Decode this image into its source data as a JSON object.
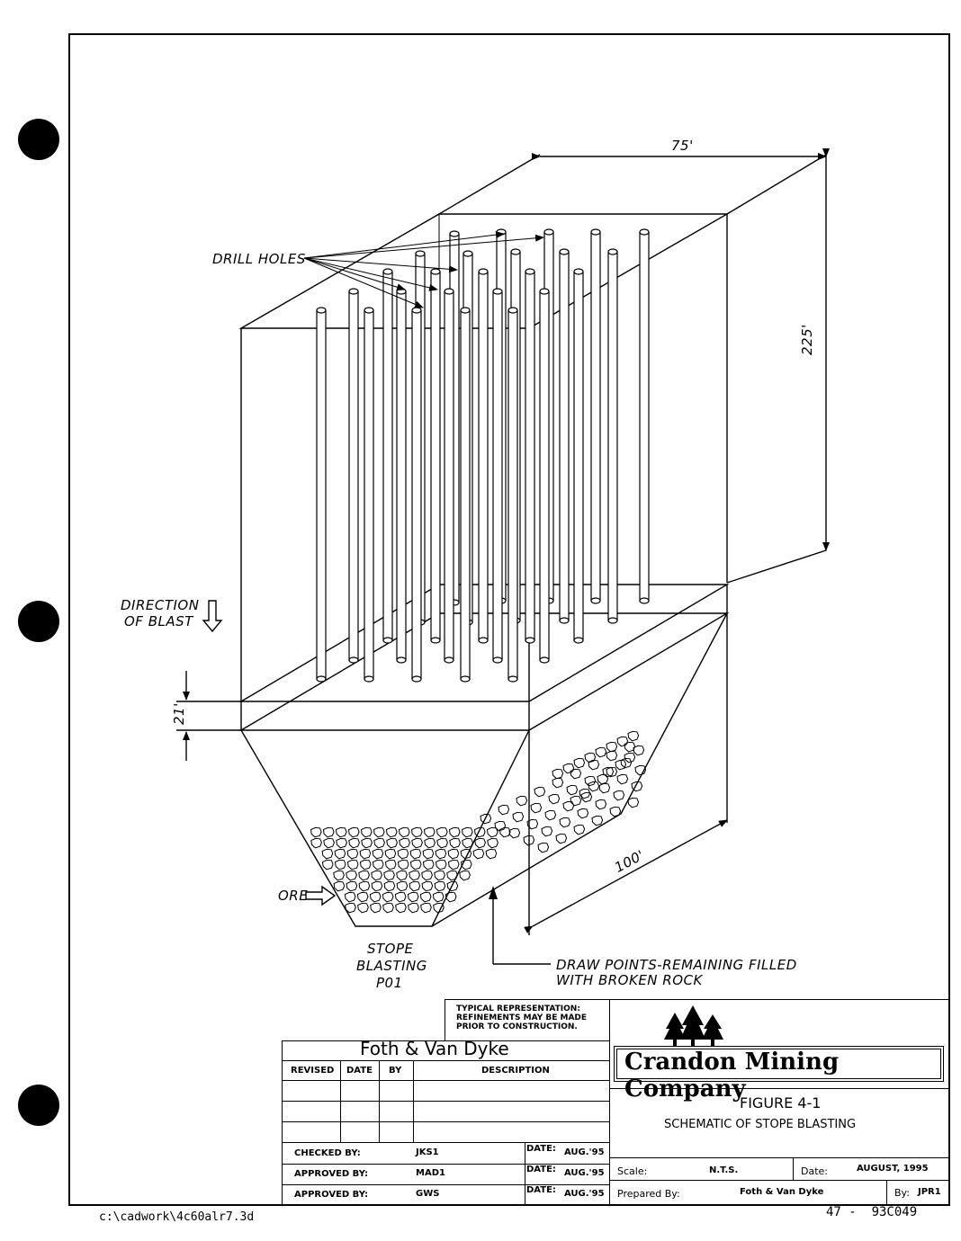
{
  "labels": {
    "dim_width": "75'",
    "dim_height": "225'",
    "dim_slot": "21'",
    "dim_depth": "100'",
    "drill_holes": "DRILL HOLES",
    "direction_line1": "DIRECTION",
    "direction_line2": "OF BLAST",
    "ore": "ORE",
    "stope_line1": "STOPE",
    "stope_line2": "BLASTING",
    "stope_line3": "P01",
    "draw_line1": "DRAW POINTS-REMAINING FILLED",
    "draw_line2": "WITH BROKEN ROCK"
  },
  "title_block": {
    "note_line1": "TYPICAL REPRESENTATION:",
    "note_line2": "REFINEMENTS MAY BE MADE",
    "note_line3": "PRIOR TO CONSTRUCTION.",
    "firm": "Foth & Van Dyke",
    "col_revised": "REVISED",
    "col_date": "DATE",
    "col_by": "BY",
    "col_description": "DESCRIPTION",
    "checked_label": "CHECKED BY:",
    "checked_value": "JKS1",
    "approved1_label": "APPROVED BY:",
    "approved1_value": "MAD1",
    "approved2_label": "APPROVED BY:",
    "approved2_value": "GWS",
    "date_label": "DATE:",
    "date_value": "AUG.'95",
    "company": "Crandon Mining Company",
    "figure_number": "FIGURE 4-1",
    "figure_title": "SCHEMATIC OF STOPE BLASTING",
    "scale_label": "Scale:",
    "scale_value": "N.T.S.",
    "date2_label": "Date:",
    "date2_value": "AUGUST, 1995",
    "prepared_label": "Prepared By:",
    "prepared_value": "Foth & Van Dyke",
    "by_label": "By:",
    "by_value": "JPR1"
  },
  "footer": {
    "file_path": "c:\\cadwork\\4c60alr7.3d",
    "page_ref": "47 -  93C049"
  }
}
